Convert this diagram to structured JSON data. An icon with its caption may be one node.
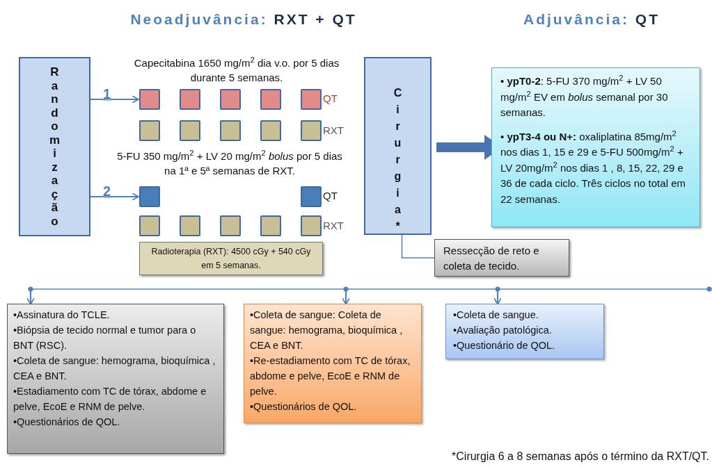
{
  "diagram": {
    "caption": "*Cirurgia 6 a 8 semanas após o término da RXT/QT.",
    "nodes": [
      {
        "text": [
          "Randomização"
        ]
      },
      {
        "text": [],
        "shape": "box"
      },
      {
        "text": [],
        "shape": "box"
      },
      {
        "text": [],
        "shape": "box"
      },
      {
        "text": [],
        "shape": "box"
      },
      {
        "text": [],
        "shape": "box"
      },
      {
        "text": [],
        "shape": "box"
      },
      {
        "text": [],
        "shape": "box"
      },
      {
        "text": [],
        "shape": "box"
      },
      {
        "text": [],
        "shape": "box"
      },
      {
        "text": [],
        "shape": "box"
      },
      {
        "text": [],
        "shape": "box"
      },
      {
        "text": [],
        "shape": "box"
      },
      {
        "text": [],
        "shape": "box"
      },
      {
        "text": [],
        "shape": "box"
      },
      {
        "text": [],
        "shape": "box"
      },
      {
        "text": [],
        "shape": "box"
      },
      {
        "text": [],
        "shape": "box"
      },
      {
        "text": [
          "Radioterapia (RXT): 4500 cGy + 540 cGy em 5 semanas."
        ]
      },
      {
        "text": [
          "Cirurgia*"
        ]
      },
      {
        "text": [
          "• **ypT0-2**: 5-FU 370 mg/m$^{2}$ + LV 50 mg/m$^{2}$ EV em *bolus* semanal por 30 semanas.",
          "• **ypT3-4 ou N+:** oxaliplatina 85mg/m$^{2}$ nos dias 1, 15 e 29 e 5-FU 500mg/m$^{2}$ + LV 20mg/m$^{2}$ nos dias 1 , 8, 15, 22, 29 e 36 de cada ciclo.  Três ciclos no total em 22 semanas."
        ]
      },
      {
        "text": [
          "Ressecção de reto e coleta de tecido."
        ]
      },
      {
        "text": [
          "•Assinatura do TCLE.",
          "•Biópsia de tecido normal e tumor para o BNT (RSC).",
          "•Coleta de sangue: hemograma, bioquímica , CEA e BNT.",
          "•Estadiamento com TC de tórax, abdome e pelve, EcoE e RNM de pelve.",
          "•Questionários de QOL."
        ]
      },
      {
        "text": [
          "•Coleta de sangue: Coleta de sangue: hemograma, bioquímica , CEA e BNT.",
          "•Re-estadiamento com TC de tórax, abdome e pelve, EcoE e RNM de pelve.",
          "•Questionários de QOL."
        ]
      },
      {
        "text": [
          "•Coleta de sangue.",
          "•Avaliação patológica.",
          "•Questionário de QOL."
        ]
      }
    ],
    "edges": [
      {
        "from": 0,
        "to": 1,
        "arrow": "to",
        "label": "1"
      },
      {
        "from": 0,
        "to": 11,
        "arrow": "to",
        "label": "2"
      },
      {
        "from": 19,
        "to": 20,
        "arrow": "to",
        "style": "thick"
      },
      {
        "from": 19,
        "to": 21,
        "arrow": "none"
      },
      {
        "from": null,
        "to": 22,
        "arrow": "to"
      },
      {
        "from": null,
        "to": 23,
        "arrow": "to"
      },
      {
        "from": null,
        "to": 24,
        "arrow": "to"
      }
    ],
    "labels": [
      "Neoadjuvância: **RXT + QT**",
      "Adjuvância: **QT**",
      "Capecitabina 1650 mg/m$^{2}$ dia v.o. por 5 dias durante 5 semanas.",
      "QT",
      "RXT",
      "5-FU 350 mg/m$^{2}$ + LV 20 mg/m$^{2}$ *bolus* por 5 dias na 1ª e 5ª semanas de RXT.",
      "QT",
      "RXT"
    ]
  }
}
